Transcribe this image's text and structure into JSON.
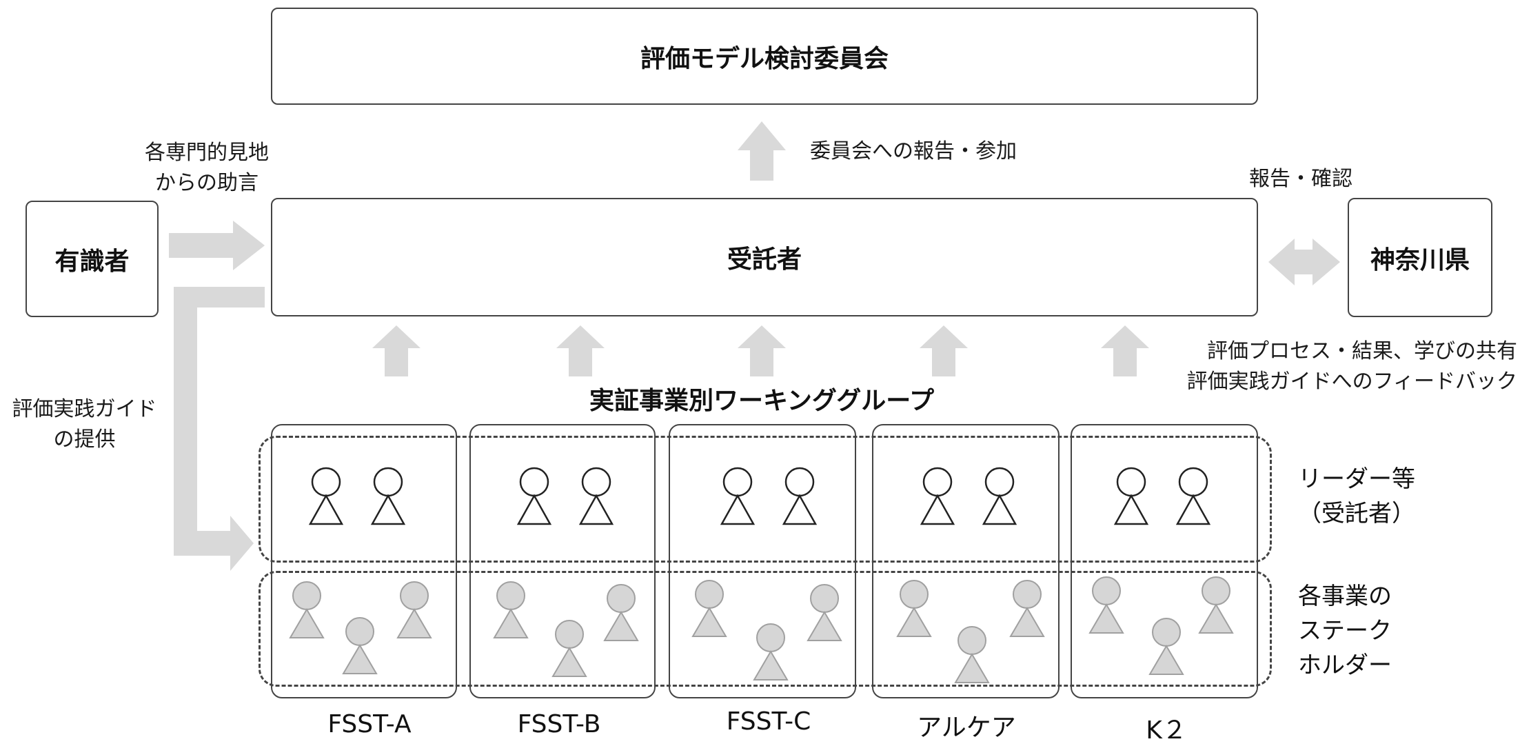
{
  "committee": {
    "title": "評価モデル検討委員会"
  },
  "contractor": {
    "title": "受託者"
  },
  "experts": {
    "title": "有識者"
  },
  "prefecture": {
    "title": "神奈川県"
  },
  "labels": {
    "report_to_committee": "委員会への報告・参加",
    "advice_line1": "各専門的見地",
    "advice_line2": "からの助言",
    "report_confirm": "報告・確認",
    "guide_line1": "評価実践ガイド",
    "guide_line2": "の提供",
    "feedback_line1": "評価プロセス・結果、学びの共有",
    "feedback_line2": "評価実践ガイドへのフィードバック"
  },
  "working_group": {
    "title": "実証事業別ワーキンググループ",
    "columns": [
      {
        "name": "FSST-A"
      },
      {
        "name": "FSST-B"
      },
      {
        "name": "FSST-C"
      },
      {
        "name": "アルケア"
      },
      {
        "name": "K２"
      }
    ]
  },
  "rows": {
    "leaders_line1": "リーダー等",
    "leaders_line2": "（受託者）",
    "stakeholders_line1": "各事業の",
    "stakeholders_line2": "ステーク",
    "stakeholders_line3": "ホルダー"
  },
  "colors": {
    "arrow": "#d9d9d9",
    "stakeholder_fill": "#d6d6d6",
    "stakeholder_stroke": "#a0a0a0",
    "border": "#444444"
  }
}
